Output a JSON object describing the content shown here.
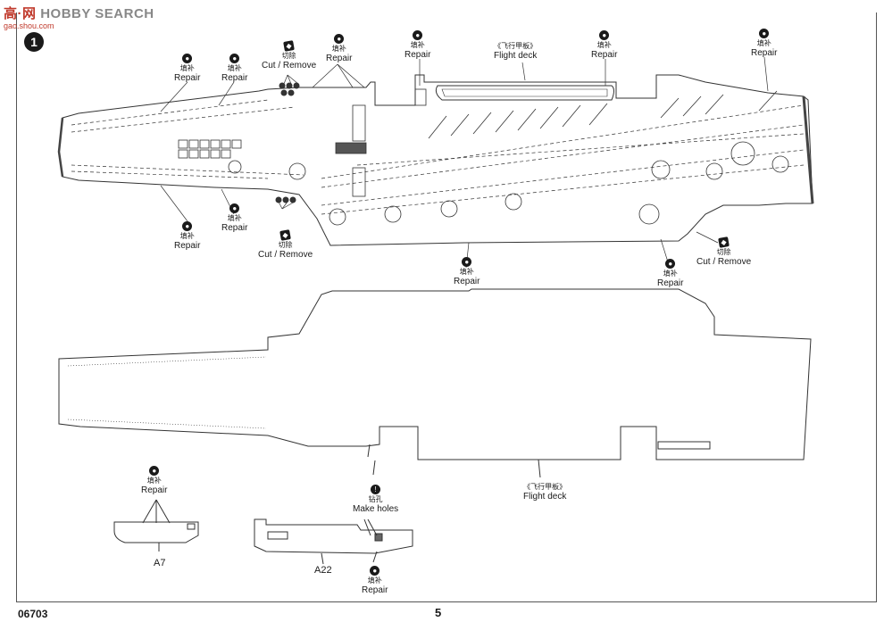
{
  "brand": {
    "name_cn": "高",
    "name_cn2": "网",
    "name_en": "HOBBY SEARCH",
    "url": "gao.shou.com"
  },
  "step": {
    "number": "1"
  },
  "labels": {
    "repair_cn": "填补",
    "repair_en": "Repair",
    "cut_cn": "切除",
    "cut_en": "Cut / Remove",
    "flight_deck_cn": "《飞行甲板》",
    "flight_deck_en": "Flight deck",
    "holes_cn": "钻孔",
    "holes_en": "Make holes"
  },
  "parts": {
    "a7": "A7",
    "a22": "A22"
  },
  "footer": {
    "code": "06703",
    "page": "5"
  },
  "icons": [
    "repair-icon",
    "cut-icon",
    "drill-icon"
  ]
}
